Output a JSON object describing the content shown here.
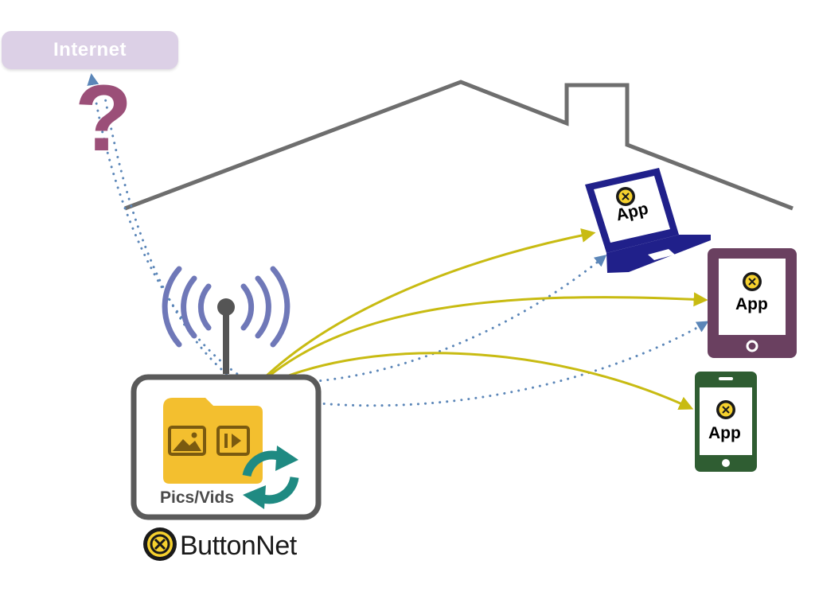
{
  "internet": {
    "label": "Internet"
  },
  "question": {
    "symbol": "?"
  },
  "router": {
    "folder_label": "Pics/Vids",
    "brand_name": "ButtonNet"
  },
  "devices": {
    "laptop": {
      "app_label": "App"
    },
    "tablet": {
      "app_label": "App"
    },
    "phone": {
      "app_label": "App"
    }
  },
  "colors": {
    "house": "#6e6e6e",
    "internet_pill": "#dcd0e6",
    "question": "#9b4f78",
    "wifi": "#6f78b8",
    "router_border": "#5a5a5a",
    "folder": "#f3bf2f",
    "sync": "#1f8a82",
    "laptop": "#20208a",
    "tablet": "#6a4060",
    "phone": "#2f5d32",
    "sync_arrow": "#c8bb12",
    "dotted": "#5b86b8",
    "logo_yellow": "#f6d12e"
  },
  "icons": {
    "wifi": "wifi-icon",
    "folder": "folder-icon",
    "image": "image-icon",
    "video": "video-icon",
    "sync": "sync-icon",
    "logo": "buttonnet-logo-icon",
    "laptop": "laptop-icon",
    "tablet": "tablet-icon",
    "phone": "phone-icon"
  }
}
